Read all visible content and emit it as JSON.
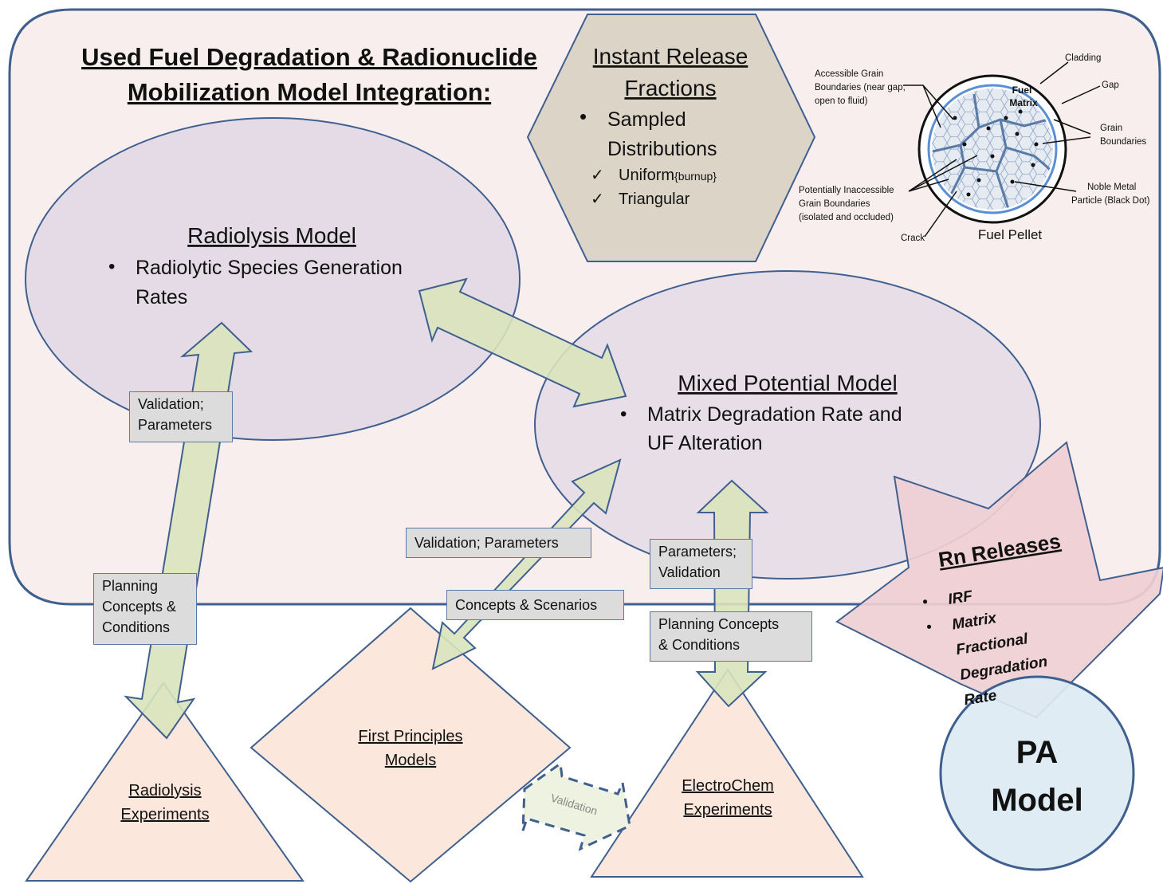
{
  "title": [
    "Used Fuel Degradation & Radionuclide",
    "Mobilization Model Integration:"
  ],
  "irf": {
    "title": [
      "Instant Release",
      "Fractions"
    ],
    "bullet": "•",
    "check": "✓",
    "items": [
      "Sampled",
      "Distributions"
    ],
    "subitems": [
      {
        "text": "Uniform",
        "sub": "{burnup}"
      },
      {
        "text": "Triangular",
        "sub": ""
      }
    ]
  },
  "radiolysis_model": {
    "title": "Radiolysis Model",
    "bullet": "•",
    "lines": [
      "Radiolytic Species Generation",
      "Rates"
    ]
  },
  "mixed_potential_model": {
    "title": "Mixed Potential Model",
    "bullet": "•",
    "lines": [
      "Matrix Degradation Rate and",
      "UF Alteration"
    ]
  },
  "pellet": {
    "caption": "Fuel Pellet",
    "center_label": [
      "Fuel",
      "Matrix"
    ],
    "labels": {
      "accessible": [
        "Accessible Grain",
        "Boundaries (near gap,",
        "open to fluid)"
      ],
      "cladding": "Cladding",
      "gap": "Gap",
      "grain": [
        "Grain",
        "Boundaries"
      ],
      "noble": [
        "Noble Metal",
        "Particle (Black Dot)"
      ],
      "inaccessible": [
        "Potentially Inaccessible",
        "Grain Boundaries",
        "(isolated and occluded)"
      ],
      "crack": "Crack"
    }
  },
  "boxes": {
    "val_params_left": [
      "Validation;",
      "Parameters"
    ],
    "planning_left": [
      "Planning",
      "Concepts &",
      "Conditions"
    ],
    "val_params_mid": [
      "Validation; Parameters"
    ],
    "concepts_scenarios": [
      "Concepts & Scenarios"
    ],
    "params_val_right": [
      "Parameters;",
      "Validation"
    ],
    "planning_right": [
      "Planning Concepts",
      "& Conditions"
    ]
  },
  "validation_dashed": "Validation",
  "rn_releases": {
    "title": "Rn Releases",
    "bullet": "•",
    "items": [
      "IRF",
      "Matrix"
    ],
    "continuation": [
      "Fractional",
      "Degradation",
      "Rate"
    ]
  },
  "pa_model": [
    "PA",
    "Model"
  ],
  "first_principles": [
    "First Principles",
    "Models"
  ],
  "radiolysis_experiments": [
    "Radiolysis",
    "Experiments"
  ],
  "electrochem_experiments": [
    "ElectroChem",
    "Experiments"
  ],
  "colors": {
    "frame_fill": "#f8eeee",
    "frame_stroke": "#3f5f8f",
    "ellipse_fill": "#e4dbe6",
    "hexagon_fill": "#ddd4c8",
    "shape_fill": "#fbe7dc",
    "arrow_fill": "#d9e3bd",
    "box_fill": "#dcdcdc",
    "rn_fill": "#efcfd4",
    "pa_fill": "#dceaf3",
    "pellet_blue": "#5b8fd4"
  }
}
